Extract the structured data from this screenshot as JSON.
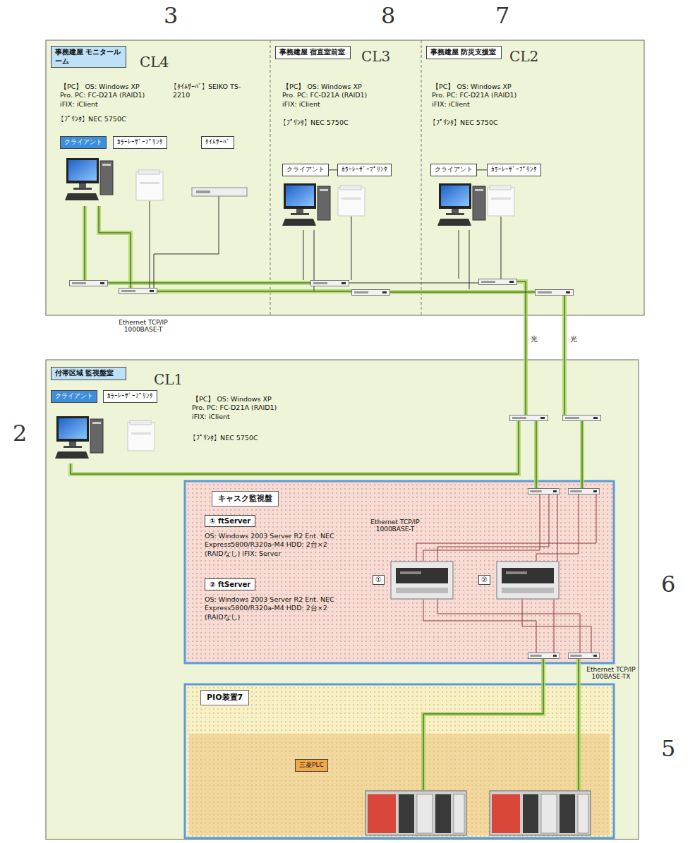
{
  "diagram": {
    "nodes": [
      {
        "text": [
          "事務建屋 モニタールーム",
          "【PC】 OS: Windows XP Pro. PC: FC-D21A (RAID1) iFIX: iClient",
          "【ﾀｲﾑｻｰﾊﾞ】 SEIKO TS-2210",
          "【ﾌﾟﾘﾝﾀ】 NEC 5750C"
        ]
      },
      {
        "text": [
          "クライアント"
        ],
        "in": 0
      },
      {
        "text": [
          "ｶﾗｰﾚｰｻﾞｰﾌﾟﾘﾝﾀ"
        ],
        "in": 0
      },
      {
        "text": [
          "ﾀｲﾑｻｰﾊﾞ"
        ],
        "in": 0
      },
      {
        "text": [
          "事務建屋 宿直室前室",
          "【PC】 OS: Windows XP Pro. PC: FC-D21A (RAID1) iFIX: iClient",
          "【ﾌﾟﾘﾝﾀ】 NEC 5750C"
        ]
      },
      {
        "text": [
          "クライアント"
        ],
        "in": 4
      },
      {
        "text": [
          "ｶﾗｰﾚｰｻﾞｰﾌﾟﾘﾝﾀ"
        ],
        "in": 4
      },
      {
        "text": [
          "事務建屋 防災支援室",
          "【PC】 OS: Windows XP Pro. PC: FC-D21A (RAID1) iFIX: iClient",
          "【ﾌﾟﾘﾝﾀ】 NEC 5750C"
        ]
      },
      {
        "text": [
          "クライアント"
        ],
        "in": 7
      },
      {
        "text": [
          "ｶﾗｰﾚｰｻﾞｰﾌﾟﾘﾝﾀ"
        ],
        "in": 7
      },
      {
        "text": [
          "付帯区域 監視盤室",
          "【PC】 OS: Windows XP Pro. PC: FC-D21A (RAID1) iFIX: iClient",
          "【ﾌﾟﾘﾝﾀ】 NEC 5750C"
        ]
      },
      {
        "text": [
          "クライアント"
        ],
        "in": 10
      },
      {
        "text": [
          "ｶﾗｰﾚｰｻﾞｰﾌﾟﾘﾝﾀ"
        ],
        "in": 10
      },
      {
        "text": [
          "キャスク監視盤",
          "① ftServer",
          "OS: Windows 2003 Server R2 Ent. NEC Express5800/R320a-M4 HDD: 2台×2 (RAIDなし) iFIX: Server",
          "② ftServer",
          "OS: Windows 2003 Server R2 Ent. NEC Express5800/R320a-M4 HDD: 2台×2 (RAIDなし)"
        ],
        "in": 10
      },
      {
        "text": [
          "PIO装置7"
        ],
        "in": 10
      },
      {
        "text": [
          "三菱PLC"
        ],
        "in": 14
      }
    ],
    "edges": [
      {
        "from": 5,
        "to": 6,
        "arrow": "none"
      },
      {
        "from": 8,
        "to": 9,
        "arrow": "none"
      }
    ],
    "labels": [
      "3",
      "8",
      "7",
      "CL4",
      "CL3",
      "CL2",
      "Ethernet TCP/IP 1000BASE-T",
      "光",
      "光",
      "CL1",
      "2",
      "Ethernet TCP/IP 1000BASE-T",
      "①",
      "②",
      "6",
      "Ethernet TCP/IP 100BASE-TX",
      "5"
    ]
  }
}
